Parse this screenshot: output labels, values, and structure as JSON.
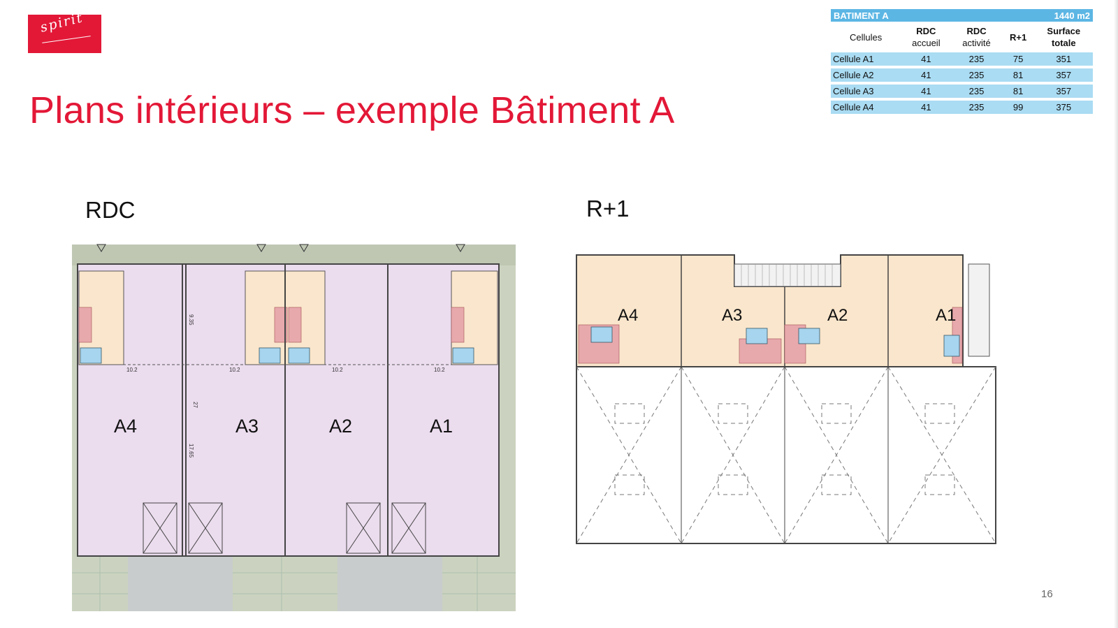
{
  "logo": {
    "text": "spirit"
  },
  "title": "Plans intérieurs – exemple Bâtiment A",
  "surface_table": {
    "title": "BATIMENT A",
    "total": "1440 m2",
    "headers": {
      "cellules": "Cellules",
      "rdc_accueil_1": "RDC",
      "rdc_accueil_2": "accueil",
      "rdc_activite_1": "RDC",
      "rdc_activite_2": "activité",
      "r1": "R+1",
      "surface_totale_1": "Surface",
      "surface_totale_2": "totale"
    },
    "rows": [
      {
        "cellule": "Cellule A1",
        "rdc_accueil": "41",
        "rdc_activite": "235",
        "r1": "75",
        "total": "351"
      },
      {
        "cellule": "Cellule A2",
        "rdc_accueil": "41",
        "rdc_activite": "235",
        "r1": "81",
        "total": "357"
      },
      {
        "cellule": "Cellule A3",
        "rdc_accueil": "41",
        "rdc_activite": "235",
        "r1": "81",
        "total": "357"
      },
      {
        "cellule": "Cellule A4",
        "rdc_accueil": "41",
        "rdc_activite": "235",
        "r1": "99",
        "total": "375"
      }
    ]
  },
  "rdc": {
    "label": "RDC",
    "units": [
      "A4",
      "A3",
      "A2",
      "A1"
    ],
    "dimensions": {
      "width_a4": "10.2",
      "width_a3": "10.2",
      "width_a2": "10.2",
      "width_a1": "10.2",
      "front_depth": "9.35",
      "total_depth": "27",
      "rear_depth": "17.65"
    }
  },
  "r1": {
    "label": "R+1",
    "units": [
      "A4",
      "A3",
      "A2",
      "A1"
    ]
  },
  "page_number": "16",
  "colors": {
    "brand_red": "#e31837",
    "table_header": "#5cb6e4",
    "table_row": "#aadcf3",
    "office_fill": "#fae6cc",
    "activity_fill": "#ebdcee",
    "stair_fill": "#e8a9ad",
    "sanitary_fill": "#a7d4ee",
    "site_green": "#cbd3c0",
    "paving_grey": "#c8cccc"
  }
}
